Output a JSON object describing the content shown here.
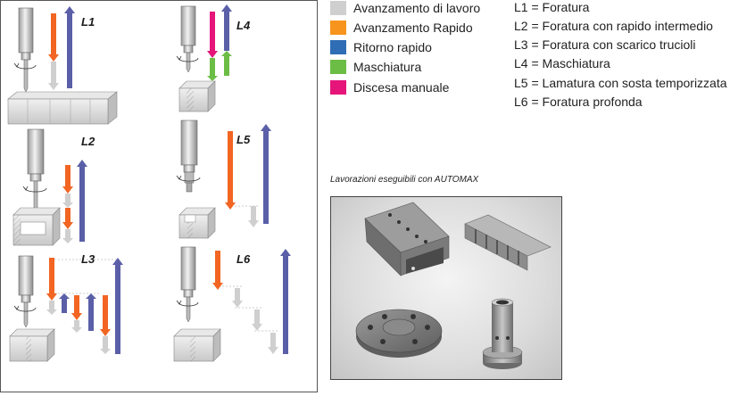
{
  "panels": [
    {
      "id": "L1",
      "label": "L1"
    },
    {
      "id": "L2",
      "label": "L2"
    },
    {
      "id": "L3",
      "label": "L3"
    },
    {
      "id": "L4",
      "label": "L4"
    },
    {
      "id": "L5",
      "label": "L5"
    },
    {
      "id": "L6",
      "label": "L6"
    }
  ],
  "legend": [
    {
      "label": "Avanzamento di lavoro",
      "color": "#cfcfcf"
    },
    {
      "label": "Avanzamento Rapido",
      "color": "#f7941d"
    },
    {
      "label": "Ritorno rapido",
      "color": "#2f6db5"
    },
    {
      "label": "Maschiatura",
      "color": "#6cbd45"
    },
    {
      "label": "Discesa manuale",
      "color": "#e5157a"
    }
  ],
  "operations": [
    "L1 = Foratura",
    "L2 = Foratura con rapido intermedio",
    "L3 = Foratura con scarico trucioli",
    "L4 = Maschiatura",
    "L5 = Lamatura con sosta temporizzata",
    "L6 = Foratura profonda"
  ],
  "caption": "Lavorazioni eseguibili con AUTOMAX",
  "colors": {
    "work_feed": "#cfcfcf",
    "rapid_feed": "#f26522",
    "rapid_return": "#5a5fa8",
    "tapping": "#6cbd45",
    "manual_descent": "#e5157a"
  }
}
